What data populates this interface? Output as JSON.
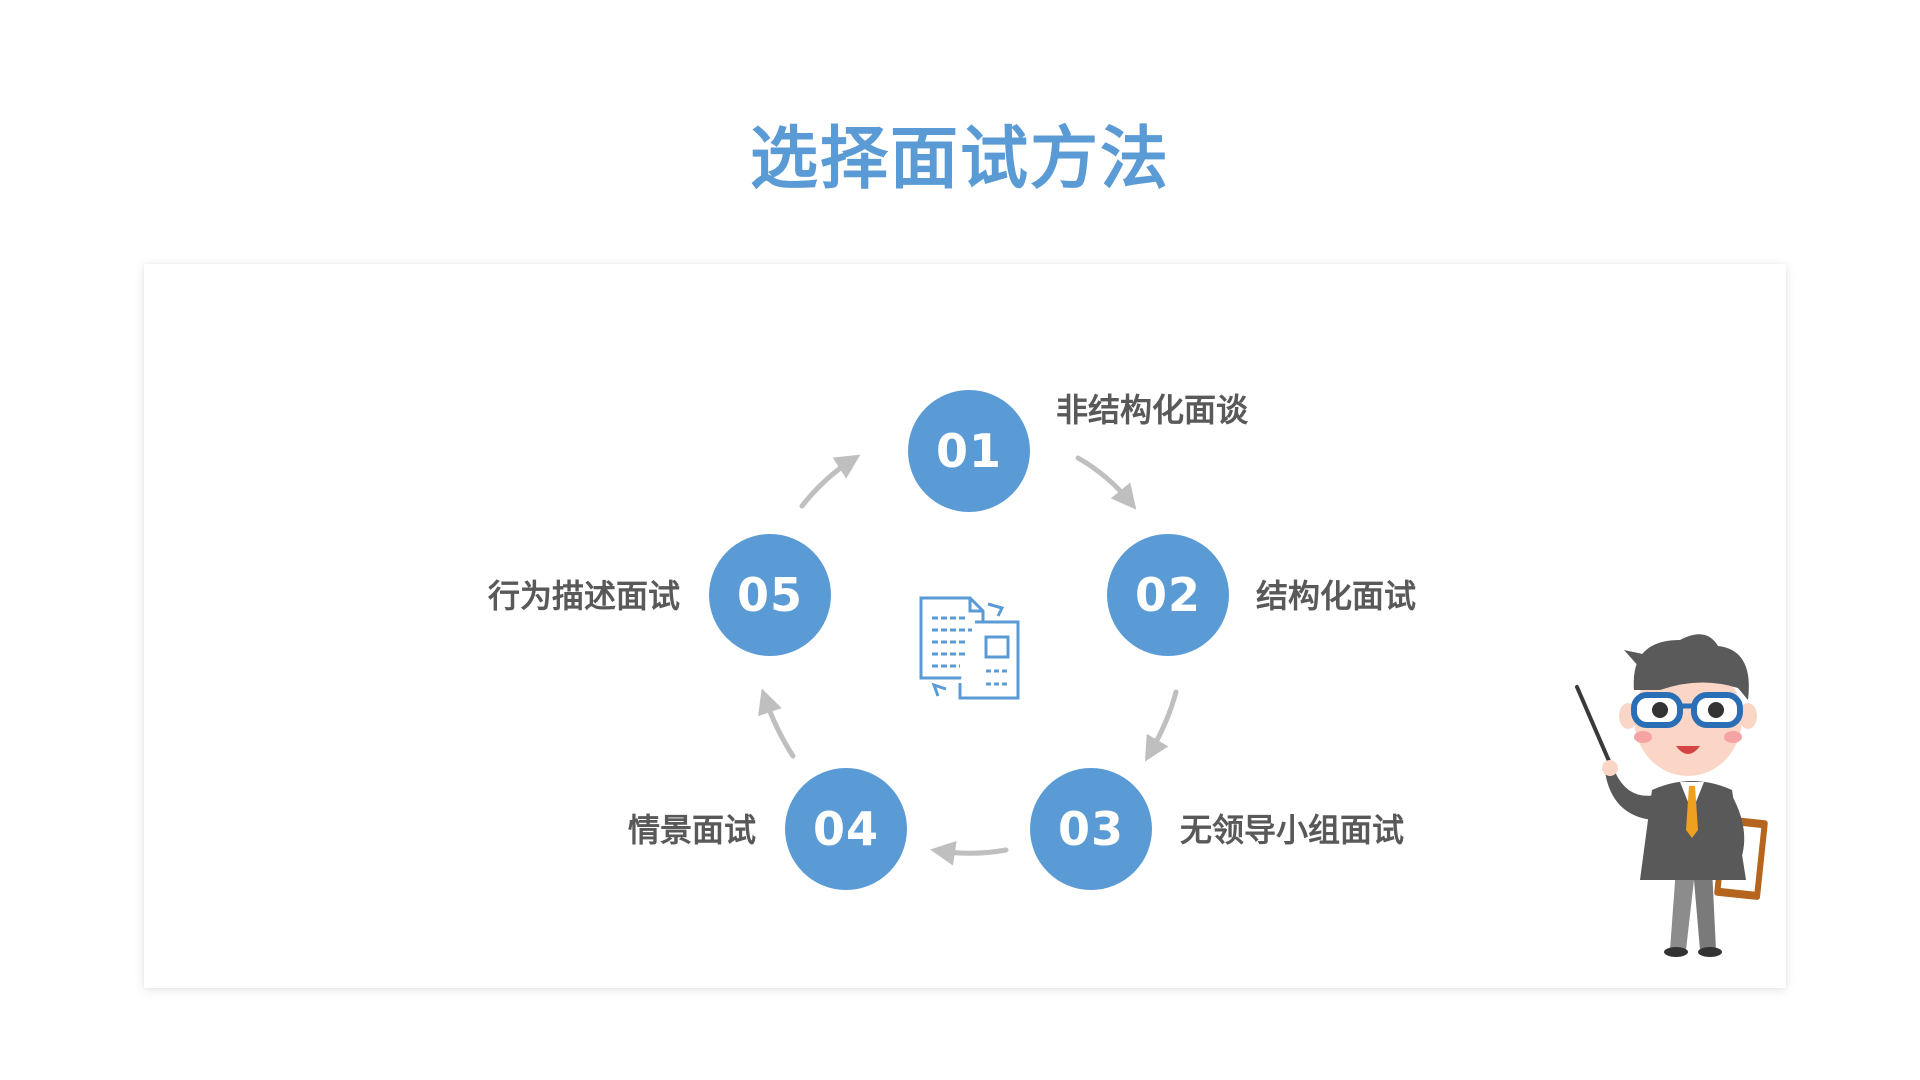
{
  "title": "选择面试方法",
  "colors": {
    "accent": "#5b9bd5",
    "label": "#595959",
    "arrow": "#bfbfbf"
  },
  "steps": [
    {
      "number": "01",
      "label": "非结构化面谈"
    },
    {
      "number": "02",
      "label": "结构化面试"
    },
    {
      "number": "03",
      "label": "无领导小组面试"
    },
    {
      "number": "04",
      "label": "情景面试"
    },
    {
      "number": "05",
      "label": "行为描述面试"
    }
  ],
  "icons": {
    "center": "document-exchange-icon",
    "character": "teacher-with-pointer-illustration"
  }
}
